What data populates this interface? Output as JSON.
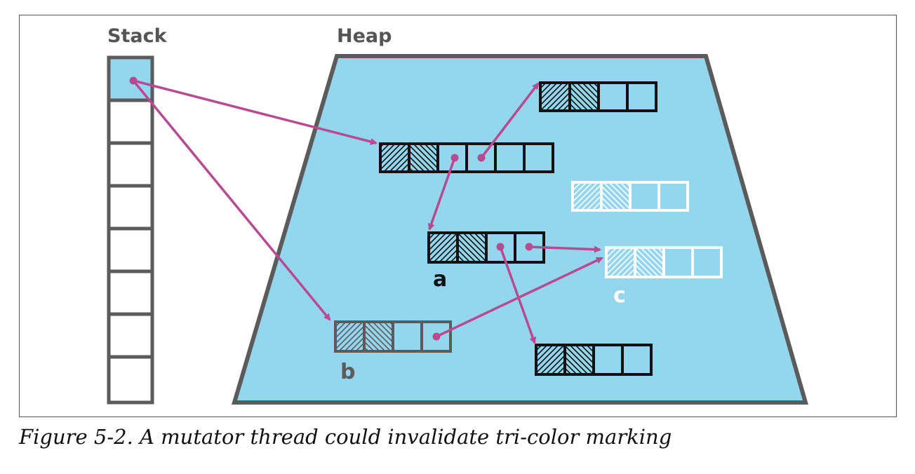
{
  "stack_label": "Stack",
  "heap_label": "Heap",
  "object_labels": {
    "a": "a",
    "b": "b",
    "c": "c"
  },
  "caption": "Figure 5-2. A mutator thread could invalidate tri-color marking",
  "colors": {
    "heap_fill": "#94d6ee",
    "heap_border": "#5b5b5b",
    "black_object": "#111111",
    "gray_object": "#5b5b5b",
    "white_object": "#ffffff",
    "pointer": "#b84a92",
    "stack_root_cell": "#94d6ee"
  }
}
